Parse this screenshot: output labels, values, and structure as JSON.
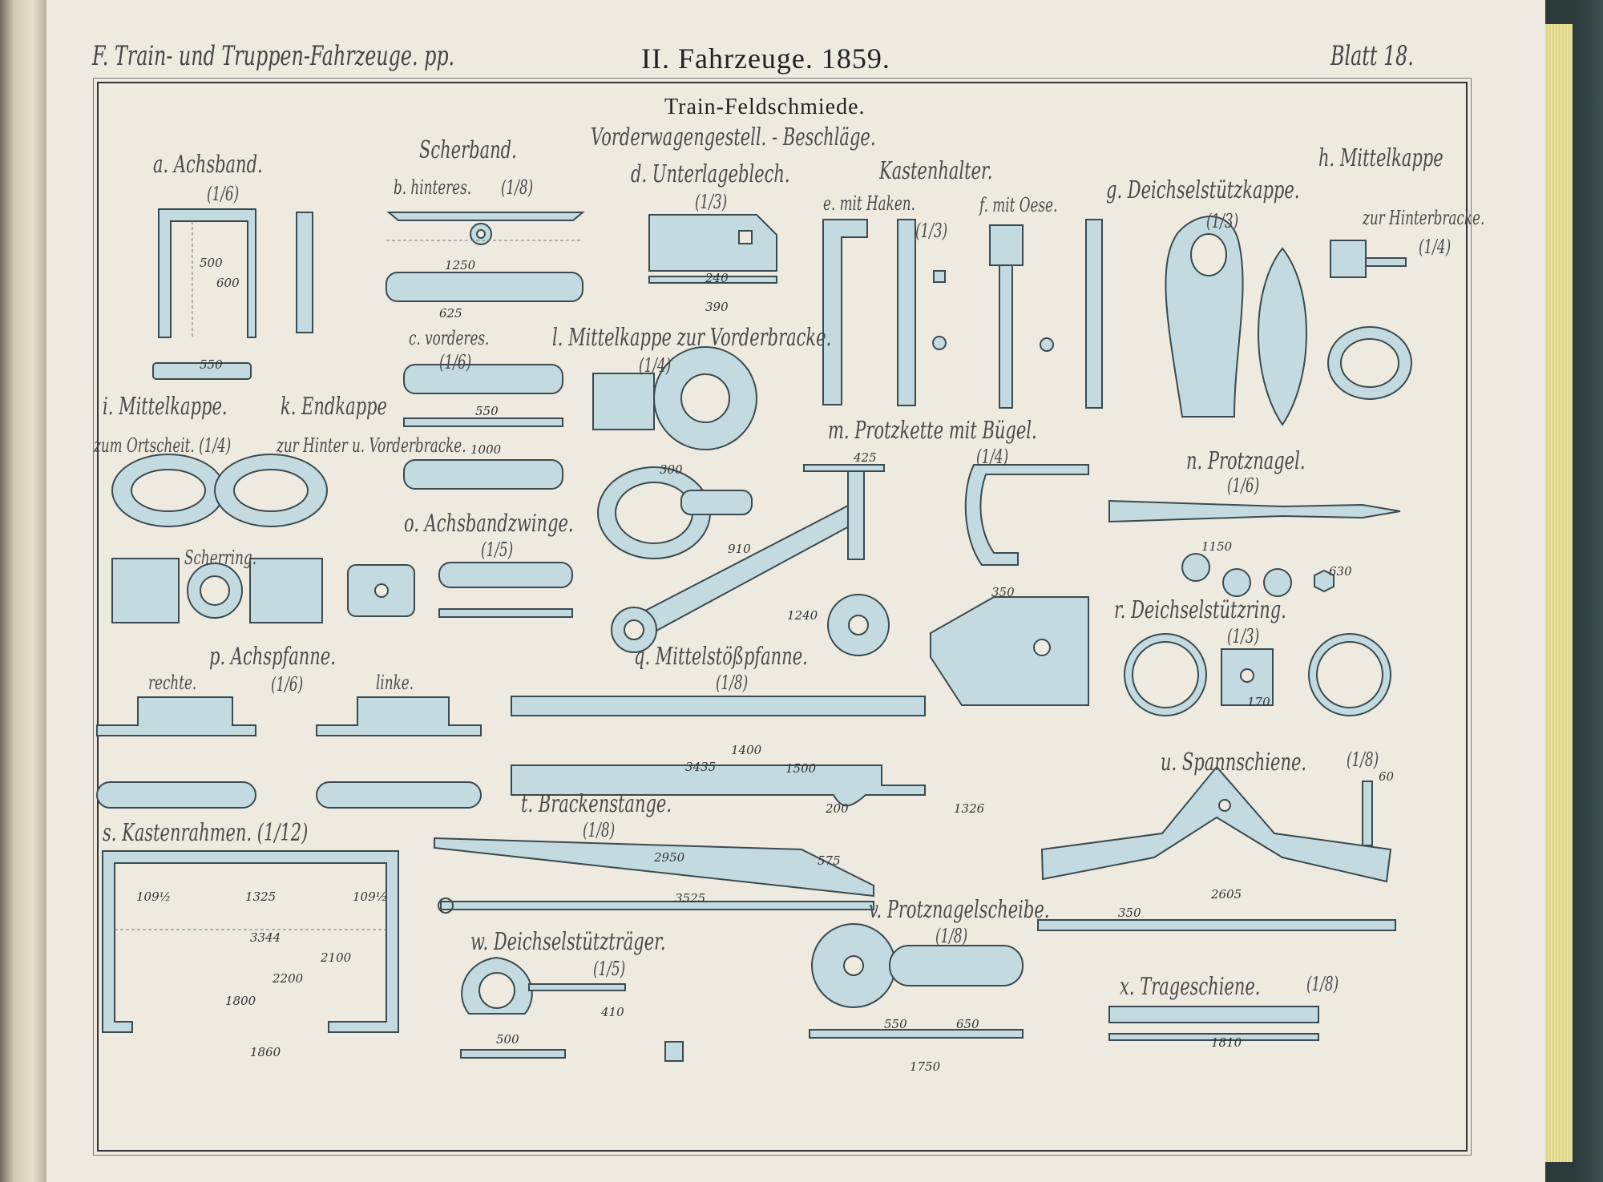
{
  "header": {
    "section": "F. Train- und Truppen-Fahrzeuge. pp.",
    "title": "II. Fahrzeuge. 1859.",
    "sheet": "Blatt 18."
  },
  "plate": {
    "title": "Train-Feldschmiede.",
    "subtitle": "Vorderwagengestell. - Beschläge."
  },
  "labels": {
    "a": "a. Achsband.",
    "a_scale": "(1/6)",
    "scherband": "Scherband.",
    "b": "b. hinteres.",
    "b_scale": "(1/8)",
    "d": "d. Unterlageblech.",
    "d_scale": "(1/3)",
    "kastenhalter": "Kastenhalter.",
    "e": "e. mit Haken.",
    "e_scale": "(1/3)",
    "f": "f. mit Oese.",
    "g": "g. Deichselstützkappe.",
    "g_scale": "(1/3)",
    "h": "h. Mittelkappe",
    "h_sub": "zur Hinterbracke.",
    "h_scale": "(1/4)",
    "c": "c. vorderes.",
    "c_scale": "(1/6)",
    "l": "l. Mittelkappe zur Vorderbracke.",
    "l_scale": "(1/4)",
    "i": "i. Mittelkappe.",
    "i_sub": "zum Ortscheit. (1/4)",
    "k": "k. Endkappe",
    "k_sub": "zur Hinter u. Vorderbracke.",
    "m": "m. Protzkette mit Bügel.",
    "m_scale": "(1/4)",
    "n": "n. Protznagel.",
    "n_scale": "(1/6)",
    "o": "o. Achsbandzwinge.",
    "o_scale": "(1/5)",
    "scherring": "Scherring.",
    "r": "r. Deichselstützring.",
    "r_scale": "(1/3)",
    "p": "p. Achspfanne.",
    "p_right": "rechte.",
    "p_left": "linke.",
    "p_scale": "(1/6)",
    "q": "q. Mittelstößpfanne.",
    "q_scale": "(1/8)",
    "u": "u. Spannschiene.",
    "u_scale": "(1/8)",
    "t": "t. Brackenstange.",
    "t_scale": "(1/8)",
    "s": "s. Kastenrahmen. (1/12)",
    "v": "v. Protznagelscheibe.",
    "v_scale": "(1/8)",
    "w": "w. Deichselstützträger.",
    "w_scale": "(1/5)",
    "x": "x. Trageschiene.",
    "x_scale": "(1/8)"
  },
  "dimensions": [
    "500",
    "600",
    "550",
    "1250",
    "625",
    "240",
    "390",
    "550",
    "1000",
    "300",
    "910",
    "1240",
    "425",
    "1150",
    "630",
    "350",
    "3435",
    "1400",
    "1500",
    "2950",
    "3525",
    "3344",
    "1860",
    "1800",
    "1325",
    "2605",
    "1810",
    "1750",
    "550",
    "650",
    "500",
    "410",
    "170",
    "1326",
    "109½",
    "109½",
    "2200",
    "2100",
    "575",
    "350",
    "200",
    "60"
  ]
}
